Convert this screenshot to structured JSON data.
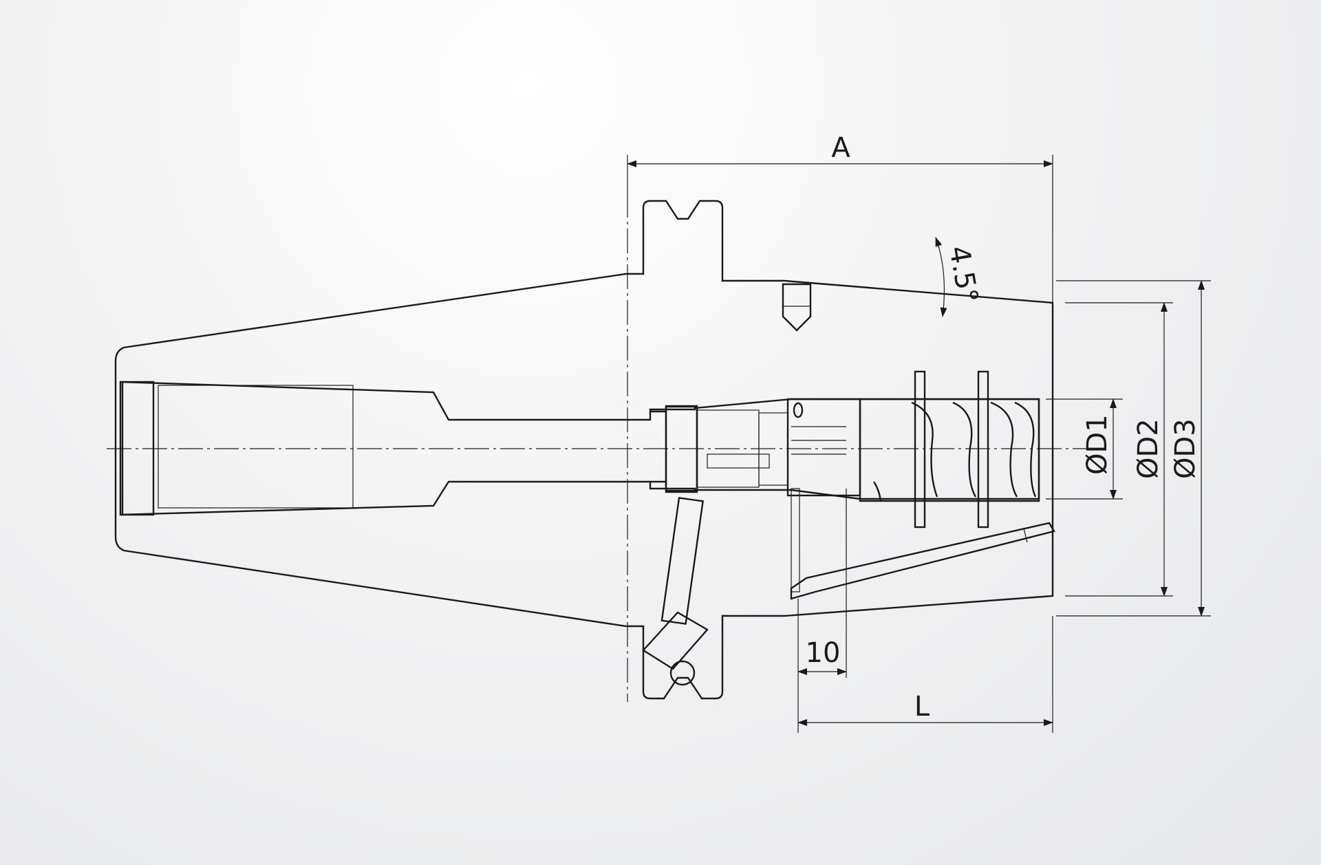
{
  "dimensions": {
    "a": "A",
    "l": "L",
    "ten": "10",
    "angle": "4.5°",
    "d1": "ØD1",
    "d2": "ØD2",
    "d3": "ØD3"
  },
  "colors": {
    "line": "#1a1a1a",
    "hatch": "#3a3a3a",
    "background": "#eceded"
  }
}
